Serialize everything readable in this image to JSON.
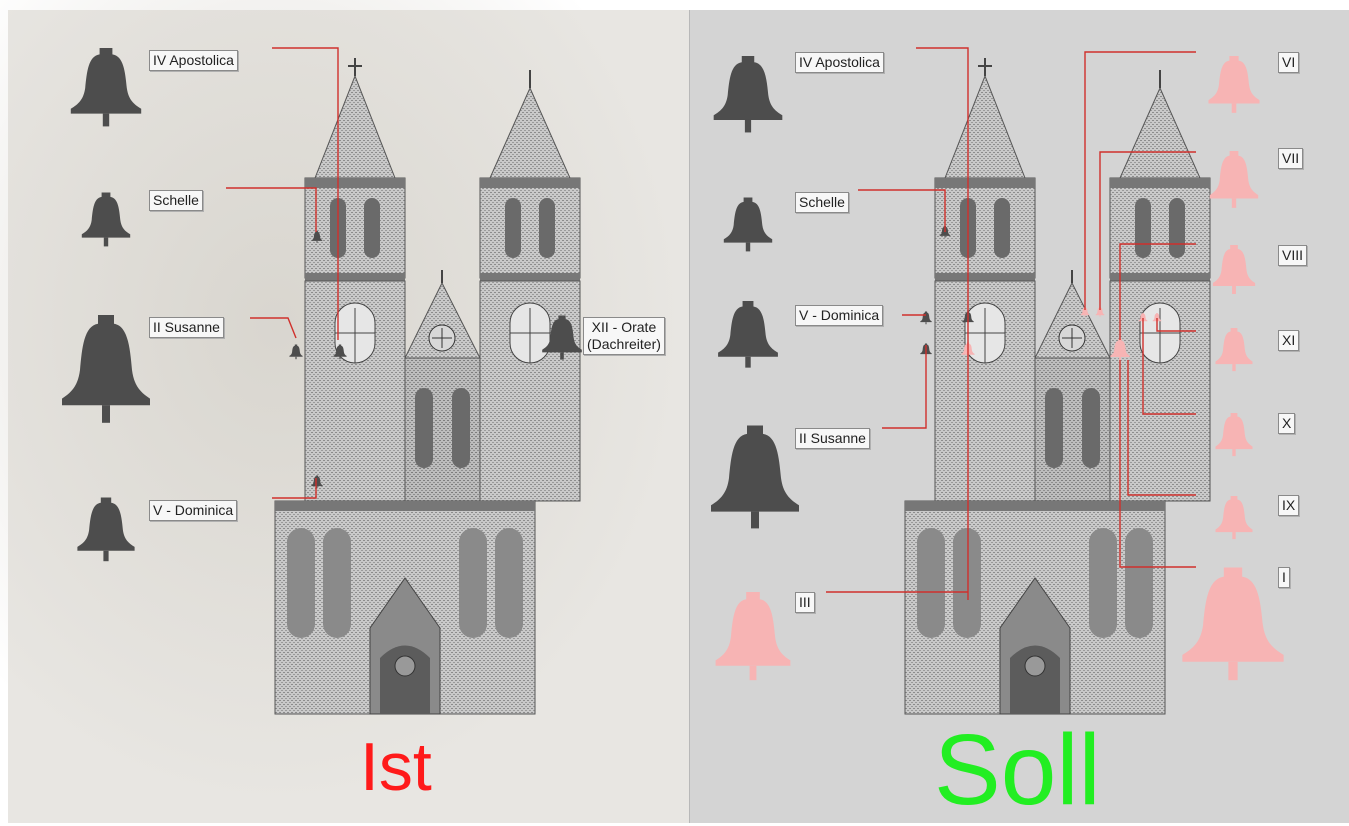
{
  "colors": {
    "existing_bell": "#4d4d4d",
    "planned_bell": "#f7b4b4",
    "leader_line": "#d0302c",
    "ist_caption": "#ff1a1a",
    "soll_caption": "#22ee22"
  },
  "ist": {
    "caption": "Ist",
    "labels": {
      "apostolica": "IV Apostolica",
      "schelle": "Schelle",
      "susanne": "II Susanne",
      "dominica": "V - Dominica",
      "orate": "XII - Orate\n(Dachreiter)"
    }
  },
  "soll": {
    "caption": "Soll",
    "labels": {
      "apostolica": "IV Apostolica",
      "schelle": "Schelle",
      "dominica": "V - Dominica",
      "susanne": "II Susanne",
      "iii": "III",
      "vi": "VI",
      "vii": "VII",
      "viii": "VIII",
      "xi": "XI",
      "x": "X",
      "ix": "IX",
      "i": "I"
    }
  }
}
